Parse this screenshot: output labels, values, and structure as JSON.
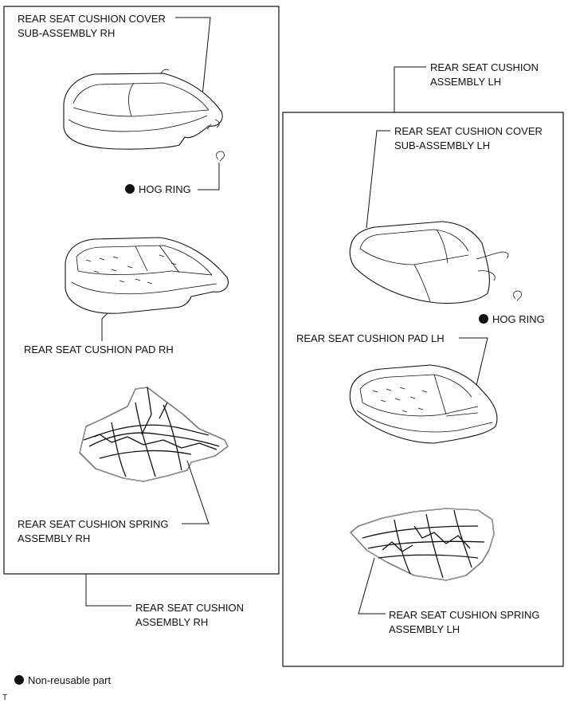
{
  "labels": {
    "rh_cover": [
      "REAR SEAT CUSHION COVER",
      "SUB-ASSEMBLY RH"
    ],
    "rh_hog_ring": "HOG RING",
    "rh_pad": "REAR SEAT CUSHION PAD RH",
    "rh_spring": [
      "REAR SEAT CUSHION SPRING",
      "ASSEMBLY RH"
    ],
    "rh_assembly": [
      "REAR SEAT CUSHION",
      "ASSEMBLY RH"
    ],
    "lh_assembly": [
      "REAR SEAT CUSHION",
      "ASSEMBLY LH"
    ],
    "lh_cover": [
      "REAR SEAT CUSHION COVER",
      "SUB-ASSEMBLY LH"
    ],
    "lh_hog_ring": "HOG RING",
    "lh_pad": "REAR SEAT CUSHION PAD LH",
    "lh_spring": [
      "REAR SEAT CUSHION SPRING",
      "ASSEMBLY LH"
    ]
  },
  "legend": {
    "text": "Non-reusable part"
  },
  "corner_mark": "T"
}
